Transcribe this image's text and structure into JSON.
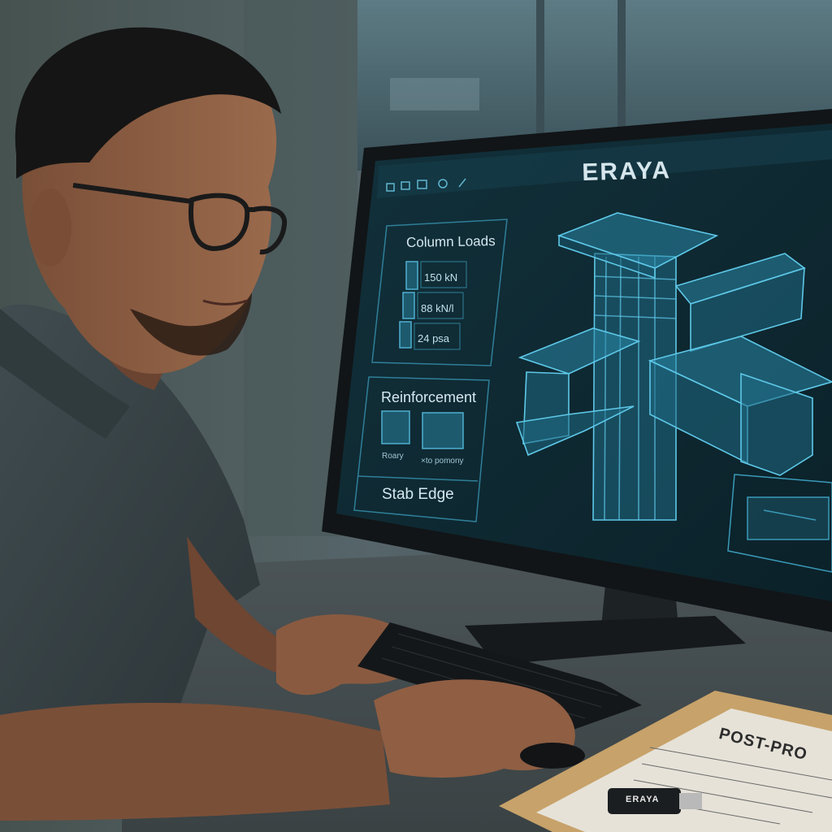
{
  "screen": {
    "brand": "ERAYA",
    "panels": {
      "column_loads": {
        "title": "Column Loads",
        "rows": [
          "150 kN",
          "88 kN/l",
          "24 psa"
        ]
      },
      "reinforcement": {
        "title": "Reinforcement",
        "labels": [
          "Roary",
          "×to pomony"
        ]
      },
      "slab_edge": {
        "title": "Stab Edge"
      }
    }
  },
  "desk": {
    "document_title": "POST-PRO",
    "usb_label": "ERAYA"
  },
  "colors": {
    "screen_bg": "#0f2a33",
    "wireframe": "#3aa6c8",
    "shirt": "#3a4548",
    "wall": "#5a6a6c"
  }
}
